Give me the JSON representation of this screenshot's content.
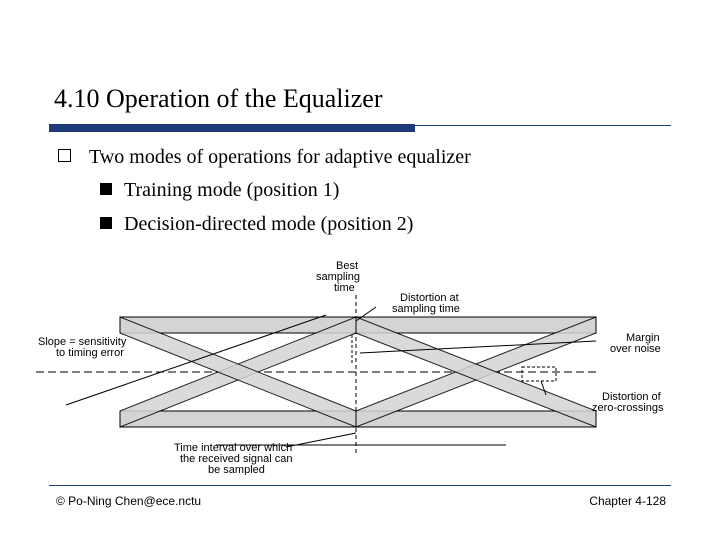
{
  "slide": {
    "title": "4.10 Operation of the Equalizer",
    "bullets": [
      {
        "text": "Two modes of operations for adaptive equalizer",
        "level": 1
      },
      {
        "text": "Training mode (position 1)",
        "level": 2
      },
      {
        "text": "Decision-directed mode (position 2)",
        "level": 2
      }
    ]
  },
  "diagram": {
    "labels": {
      "best_sampling_1": "Best",
      "best_sampling_2": "sampling",
      "best_sampling_3": "time",
      "distortion_sampling_1": "Distortion at",
      "distortion_sampling_2": "sampling time",
      "slope_1": "Slope = sensitivity",
      "slope_2": "to timing error",
      "margin_1": "Margin",
      "margin_2": "over noise",
      "zero_cross_1": "Distortion of",
      "zero_cross_2": "zero-crossings",
      "interval_1": "Time interval over which",
      "interval_2": "the received signal can",
      "interval_3": "be sampled"
    }
  },
  "footer": {
    "left": "© Po-Ning Chen@ece.nctu",
    "right": "Chapter 4-128"
  },
  "colors": {
    "rule": "#1f3a7a",
    "band_fill": "#d4d4d4"
  }
}
